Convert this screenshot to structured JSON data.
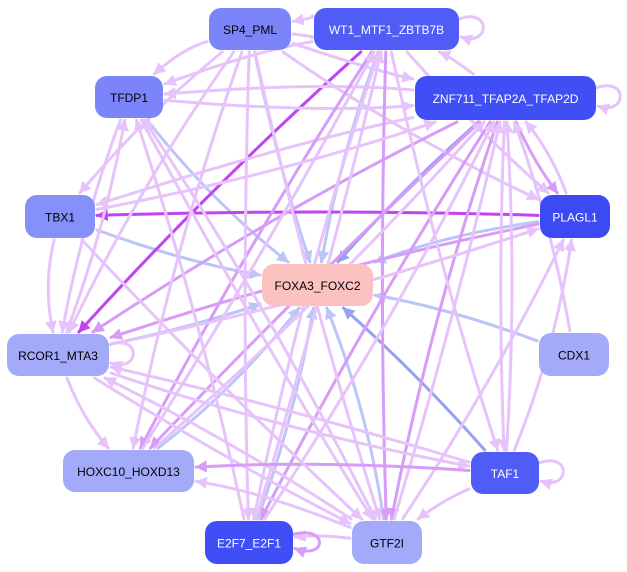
{
  "diagram": {
    "type": "gene-regulatory-network",
    "colors": {
      "edge_light": "#e6c4fb",
      "edge_medium": "#d79cf7",
      "edge_strong": "#c144f0",
      "edge_blue_light": "#bcc5f7",
      "edge_blue": "#97a1f2",
      "node_target": "#fcc2c2"
    },
    "nodes": [
      {
        "id": "SP4_PML",
        "label": "SP4_PML",
        "fill": "#7b85f9",
        "text": "#000000"
      },
      {
        "id": "WT1_MTF1_ZBTB7B",
        "label": "WT1_MTF1_ZBTB7B",
        "fill": "#4f5cf6",
        "text": "#ffffff"
      },
      {
        "id": "TFDP1",
        "label": "TFDP1",
        "fill": "#7b85f9",
        "text": "#000000"
      },
      {
        "id": "ZNF711_TFAP2A_TFAP2D",
        "label": "ZNF711_TFAP2A_TFAP2D",
        "fill": "#3f4ef5",
        "text": "#ffffff"
      },
      {
        "id": "TBX1",
        "label": "TBX1",
        "fill": "#8690f9",
        "text": "#000000"
      },
      {
        "id": "PLAGL1",
        "label": "PLAGL1",
        "fill": "#3c4af4",
        "text": "#ffffff"
      },
      {
        "id": "FOXA3_FOXC2",
        "label": "FOXA3_FOXC2",
        "fill": "#fcc2c2",
        "text": "#000000"
      },
      {
        "id": "RCOR1_MTA3",
        "label": "RCOR1_MTA3",
        "fill": "#a4aafa",
        "text": "#000000"
      },
      {
        "id": "CDX1",
        "label": "CDX1",
        "fill": "#a4aafa",
        "text": "#000000"
      },
      {
        "id": "HOXC10_HOXD13",
        "label": "HOXC10_HOXD13",
        "fill": "#a4aafa",
        "text": "#000000"
      },
      {
        "id": "TAF1",
        "label": "TAF1",
        "fill": "#4f5cf6",
        "text": "#ffffff"
      },
      {
        "id": "E2F7_E2F1",
        "label": "E2F7_E2F1",
        "fill": "#3f4ef5",
        "text": "#ffffff"
      },
      {
        "id": "GTF2I",
        "label": "GTF2I",
        "fill": "#a4aafa",
        "text": "#000000"
      }
    ],
    "edges": [
      {
        "source": "SP4_PML",
        "target": "FOXA3_FOXC2",
        "color": "edge_blue_light"
      },
      {
        "source": "WT1_MTF1_ZBTB7B",
        "target": "FOXA3_FOXC2",
        "color": "edge_blue_light"
      },
      {
        "source": "TFDP1",
        "target": "FOXA3_FOXC2",
        "color": "edge_blue_light"
      },
      {
        "source": "ZNF711_TFAP2A_TFAP2D",
        "target": "FOXA3_FOXC2",
        "color": "edge_blue"
      },
      {
        "source": "TBX1",
        "target": "FOXA3_FOXC2",
        "color": "edge_blue_light"
      },
      {
        "source": "PLAGL1",
        "target": "FOXA3_FOXC2",
        "color": "edge_blue_light"
      },
      {
        "source": "RCOR1_MTA3",
        "target": "FOXA3_FOXC2",
        "color": "edge_blue_light"
      },
      {
        "source": "CDX1",
        "target": "FOXA3_FOXC2",
        "color": "edge_blue_light"
      },
      {
        "source": "HOXC10_HOXD13",
        "target": "FOXA3_FOXC2",
        "color": "edge_blue_light"
      },
      {
        "source": "TAF1",
        "target": "FOXA3_FOXC2",
        "color": "edge_blue"
      },
      {
        "source": "E2F7_E2F1",
        "target": "FOXA3_FOXC2",
        "color": "edge_blue_light"
      },
      {
        "source": "GTF2I",
        "target": "FOXA3_FOXC2",
        "color": "edge_blue_light"
      },
      {
        "source": "PLAGL1",
        "target": "TBX1",
        "color": "edge_strong"
      },
      {
        "source": "WT1_MTF1_ZBTB7B",
        "target": "RCOR1_MTA3",
        "color": "edge_strong"
      },
      {
        "source": "PLAGL1",
        "target": "RCOR1_MTA3",
        "color": "edge_medium"
      },
      {
        "source": "ZNF711_TFAP2A_TFAP2D",
        "target": "PLAGL1",
        "color": "edge_medium"
      },
      {
        "source": "PLAGL1",
        "target": "ZNF711_TFAP2A_TFAP2D",
        "color": "edge_light"
      },
      {
        "source": "SP4_PML",
        "target": "TFDP1",
        "color": "edge_light"
      },
      {
        "source": "SP4_PML",
        "target": "WT1_MTF1_ZBTB7B",
        "color": "edge_light"
      },
      {
        "source": "WT1_MTF1_ZBTB7B",
        "target": "SP4_PML",
        "color": "edge_light"
      },
      {
        "source": "ZNF711_TFAP2A_TFAP2D",
        "target": "TFDP1",
        "color": "edge_light"
      },
      {
        "source": "ZNF711_TFAP2A_TFAP2D",
        "target": "WT1_MTF1_ZBTB7B",
        "color": "edge_light"
      },
      {
        "source": "WT1_MTF1_ZBTB7B",
        "target": "TFDP1",
        "color": "edge_light"
      },
      {
        "source": "TFDP1",
        "target": "ZNF711_TFAP2A_TFAP2D",
        "color": "edge_light"
      },
      {
        "source": "SP4_PML",
        "target": "ZNF711_TFAP2A_TFAP2D",
        "color": "edge_light"
      },
      {
        "source": "SP4_PML",
        "target": "TBX1",
        "color": "edge_light"
      },
      {
        "source": "SP4_PML",
        "target": "PLAGL1",
        "color": "edge_light"
      },
      {
        "source": "WT1_MTF1_ZBTB7B",
        "target": "PLAGL1",
        "color": "edge_light"
      },
      {
        "source": "ZNF711_TFAP2A_TFAP2D",
        "target": "TBX1",
        "color": "edge_light"
      },
      {
        "source": "ZNF711_TFAP2A_TFAP2D",
        "target": "RCOR1_MTA3",
        "color": "edge_medium"
      },
      {
        "source": "ZNF711_TFAP2A_TFAP2D",
        "target": "HOXC10_HOXD13",
        "color": "edge_medium"
      },
      {
        "source": "ZNF711_TFAP2A_TFAP2D",
        "target": "E2F7_E2F1",
        "color": "edge_medium"
      },
      {
        "source": "ZNF711_TFAP2A_TFAP2D",
        "target": "GTF2I",
        "color": "edge_medium"
      },
      {
        "source": "ZNF711_TFAP2A_TFAP2D",
        "target": "TAF1",
        "color": "edge_light"
      },
      {
        "source": "WT1_MTF1_ZBTB7B",
        "target": "HOXC10_HOXD13",
        "color": "edge_medium"
      },
      {
        "source": "WT1_MTF1_ZBTB7B",
        "target": "E2F7_E2F1",
        "color": "edge_light"
      },
      {
        "source": "WT1_MTF1_ZBTB7B",
        "target": "GTF2I",
        "color": "edge_medium"
      },
      {
        "source": "WT1_MTF1_ZBTB7B",
        "target": "TAF1",
        "color": "edge_light"
      },
      {
        "source": "SP4_PML",
        "target": "HOXC10_HOXD13",
        "color": "edge_light"
      },
      {
        "source": "SP4_PML",
        "target": "E2F7_E2F1",
        "color": "edge_light"
      },
      {
        "source": "SP4_PML",
        "target": "GTF2I",
        "color": "edge_light"
      },
      {
        "source": "SP4_PML",
        "target": "RCOR1_MTA3",
        "color": "edge_light"
      },
      {
        "source": "TFDP1",
        "target": "GTF2I",
        "color": "edge_light"
      },
      {
        "source": "TFDP1",
        "target": "RCOR1_MTA3",
        "color": "edge_light"
      },
      {
        "source": "GTF2I",
        "target": "TFDP1",
        "color": "edge_light"
      },
      {
        "source": "GTF2I",
        "target": "ZNF711_TFAP2A_TFAP2D",
        "color": "edge_light"
      },
      {
        "source": "GTF2I",
        "target": "RCOR1_MTA3",
        "color": "edge_light"
      },
      {
        "source": "GTF2I",
        "target": "HOXC10_HOXD13",
        "color": "edge_light"
      },
      {
        "source": "GTF2I",
        "target": "E2F7_E2F1",
        "color": "edge_light"
      },
      {
        "source": "GTF2I",
        "target": "PLAGL1",
        "color": "edge_light"
      },
      {
        "source": "E2F7_E2F1",
        "target": "ZNF711_TFAP2A_TFAP2D",
        "color": "edge_light"
      },
      {
        "source": "E2F7_E2F1",
        "target": "WT1_MTF1_ZBTB7B",
        "color": "edge_light"
      },
      {
        "source": "E2F7_E2F1",
        "target": "TFDP1",
        "color": "edge_light"
      },
      {
        "source": "HOXC10_HOXD13",
        "target": "ZNF711_TFAP2A_TFAP2D",
        "color": "edge_light"
      },
      {
        "source": "HOXC10_HOXD13",
        "target": "WT1_MTF1_ZBTB7B",
        "color": "edge_light"
      },
      {
        "source": "RCOR1_MTA3",
        "target": "HOXC10_HOXD13",
        "color": "edge_light"
      },
      {
        "source": "RCOR1_MTA3",
        "target": "TAF1",
        "color": "edge_light"
      },
      {
        "source": "RCOR1_MTA3",
        "target": "GTF2I",
        "color": "edge_light"
      },
      {
        "source": "RCOR1_MTA3",
        "target": "TFDP1",
        "color": "edge_light"
      },
      {
        "source": "RCOR1_MTA3",
        "target": "PLAGL1",
        "color": "edge_light"
      },
      {
        "source": "TAF1",
        "target": "RCOR1_MTA3",
        "color": "edge_light"
      },
      {
        "source": "TAF1",
        "target": "ZNF711_TFAP2A_TFAP2D",
        "color": "edge_light"
      },
      {
        "source": "TAF1",
        "target": "PLAGL1",
        "color": "edge_light"
      },
      {
        "source": "TAF1",
        "target": "GTF2I",
        "color": "edge_light"
      },
      {
        "source": "TAF1",
        "target": "HOXC10_HOXD13",
        "color": "edge_medium"
      },
      {
        "source": "TBX1",
        "target": "ZNF711_TFAP2A_TFAP2D",
        "color": "edge_light"
      },
      {
        "source": "TBX1",
        "target": "GTF2I",
        "color": "edge_light"
      },
      {
        "source": "CDX1",
        "target": "ZNF711_TFAP2A_TFAP2D",
        "color": "edge_light"
      },
      {
        "source": "TBX1",
        "target": "RCOR1_MTA3",
        "color": "edge_light"
      }
    ],
    "self_loops": [
      {
        "node": "WT1_MTF1_ZBTB7B",
        "color": "edge_light"
      },
      {
        "node": "ZNF711_TFAP2A_TFAP2D",
        "color": "edge_light"
      },
      {
        "node": "RCOR1_MTA3",
        "color": "edge_light"
      },
      {
        "node": "TAF1",
        "color": "edge_light"
      },
      {
        "node": "E2F7_E2F1",
        "color": "edge_medium"
      }
    ]
  }
}
